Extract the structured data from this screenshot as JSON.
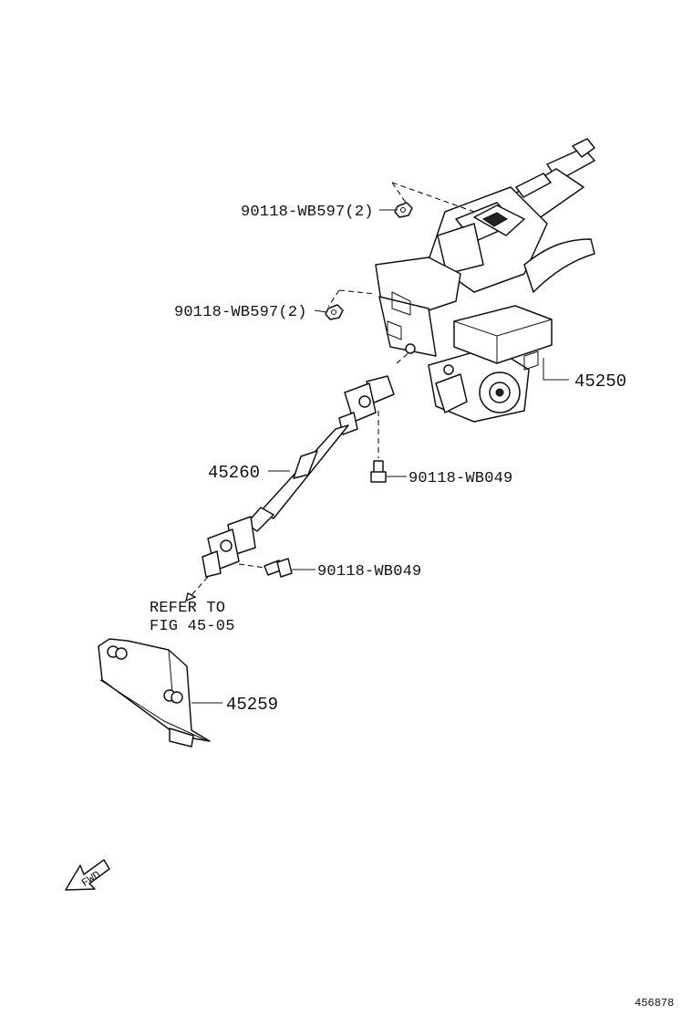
{
  "diagram": {
    "callouts": [
      {
        "id": "nut-upper",
        "text": "90118-WB597(2)"
      },
      {
        "id": "nut-lower",
        "text": "90118-WB597(2)"
      },
      {
        "id": "column-assy",
        "text": "45250"
      },
      {
        "id": "intermediate-shaft",
        "text": "45260"
      },
      {
        "id": "bolt-upper",
        "text": "90118-WB049"
      },
      {
        "id": "bolt-lower",
        "text": "90118-WB049"
      },
      {
        "id": "cover",
        "text": "45259"
      }
    ],
    "refer_line1": "REFER TO",
    "refer_line2": "FIG 45-05",
    "fwd_label": "FWD",
    "figure_number": "456878"
  }
}
